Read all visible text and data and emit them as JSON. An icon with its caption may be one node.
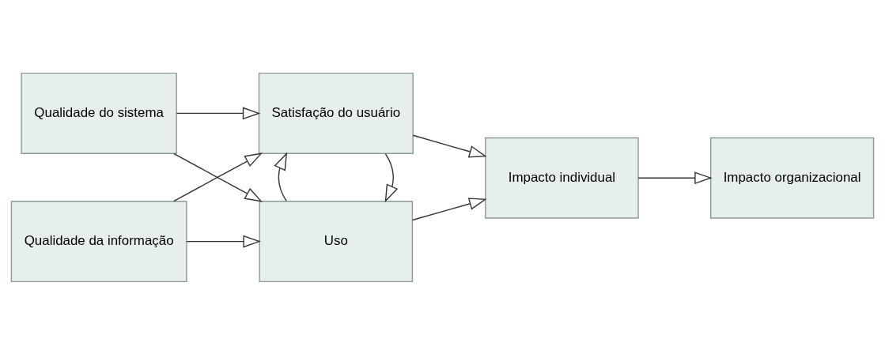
{
  "diagram": {
    "nodes": [
      {
        "text": [
          "Qualidade do sistema"
        ]
      },
      {
        "text": [
          "Qualidade da informação"
        ]
      },
      {
        "text": [
          "Uso"
        ]
      },
      {
        "text": [
          "Satisfação do usuário"
        ]
      },
      {
        "text": [
          "Impacto individual"
        ]
      },
      {
        "text": [
          "Impacto organizacional"
        ]
      }
    ],
    "edges": [
      {
        "from": 0,
        "to": 2,
        "arrow": "to"
      },
      {
        "from": 0,
        "to": 3,
        "arrow": "to"
      },
      {
        "from": 1,
        "to": 2,
        "arrow": "to"
      },
      {
        "from": 1,
        "to": 3,
        "arrow": "to"
      },
      {
        "from": 3,
        "to": 2,
        "arrow": "to"
      },
      {
        "from": 2,
        "to": 3,
        "arrow": "to"
      },
      {
        "from": 2,
        "to": 4,
        "arrow": "to"
      },
      {
        "from": 3,
        "to": 4,
        "arrow": "to"
      },
      {
        "from": 4,
        "to": 5,
        "arrow": "to"
      }
    ]
  }
}
